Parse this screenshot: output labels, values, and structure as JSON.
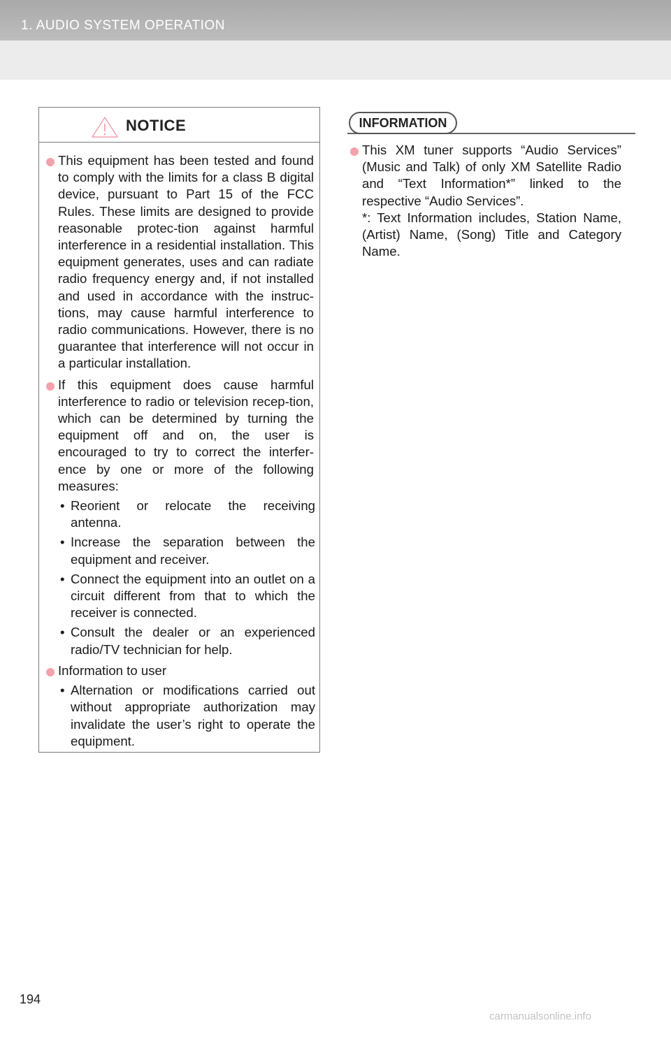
{
  "header": {
    "section_title": "1. AUDIO SYSTEM OPERATION"
  },
  "notice": {
    "title": "NOTICE",
    "icon": "warning-triangle-icon",
    "items": [
      {
        "text": "This equipment has been tested and found to comply with the limits for a class B digital device, pursuant to Part 15 of the FCC Rules. These limits are designed to provide reasonable protec-tion against harmful interference in a residential installation. This equipment generates, uses and can radiate radio frequency energy and, if not installed and used in accordance with the instruc-tions, may cause harmful interference to radio communications. However, there is no guarantee that interference will not occur in a particular installation."
      },
      {
        "text": "If this equipment does cause harmful interference to radio or television recep-tion, which can be determined by turning the equipment off and on, the user is encouraged to try to correct the interfer-ence by one or more of the following measures:",
        "sub_items": [
          "Reorient or relocate the receiving antenna.",
          "Increase the separation between the equipment and receiver.",
          "Connect the equipment into an outlet on a circuit different from that to which the receiver is connected.",
          "Consult the dealer or an experienced radio/TV technician for help."
        ]
      },
      {
        "text": "Information to user",
        "sub_items": [
          "Alternation or modifications carried out without appropriate authorization may invalidate the user’s right to operate the equipment."
        ]
      }
    ]
  },
  "information": {
    "label": "INFORMATION",
    "items": [
      {
        "text": "This XM tuner supports “Audio Services” (Music and Talk) of only XM Satellite Radio and “Text Information*” linked to the respective “Audio Services”.",
        "footnote": "*: Text Information includes, Station Name, (Artist) Name, (Song) Title and Category Name."
      }
    ]
  },
  "page_number": "194",
  "watermark": "carmanualsonline.info",
  "colors": {
    "bullet": "#f2a2ad",
    "header_band": "#b3b3b3",
    "subheader_band": "#ececec",
    "warning_icon": "#f2a2ad"
  }
}
